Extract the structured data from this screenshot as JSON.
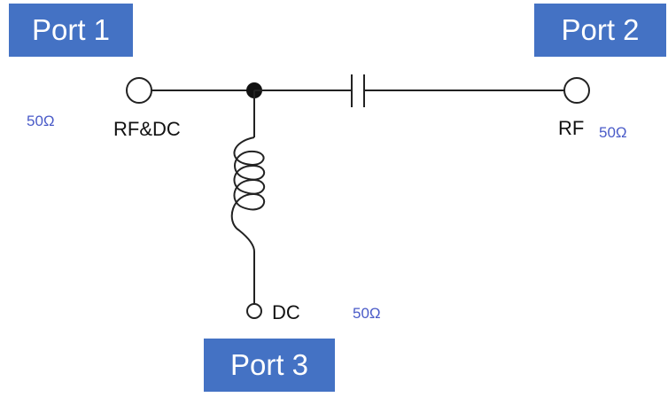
{
  "ports": {
    "port1": "Port 1",
    "port2": "Port 2",
    "port3": "Port 3"
  },
  "terminals": {
    "rf_dc": "RF&DC",
    "rf": "RF",
    "dc": "DC"
  },
  "impedances": {
    "port1": "50Ω",
    "port2": "50Ω",
    "port3": "50Ω"
  },
  "colors": {
    "port_box": "#4472c4",
    "impedance_text": "#4a5bc8",
    "wire": "#222222"
  }
}
